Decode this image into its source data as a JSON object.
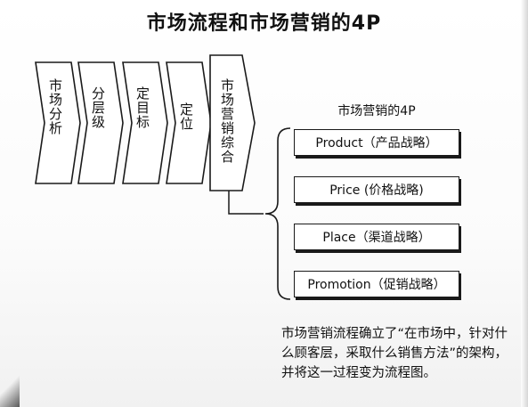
{
  "title": "市场流程和市场营销的4P",
  "flow_steps": [
    {
      "label": "市场分析"
    },
    {
      "label": "分层级"
    },
    {
      "label": "定目标"
    },
    {
      "label": "定位"
    },
    {
      "label": "市场营销综合"
    }
  ],
  "four_p": {
    "heading": "市场营销的4P",
    "items": [
      {
        "label": "Product（产品战略）"
      },
      {
        "label": "Price (价格战略)"
      },
      {
        "label": "Place（渠道战略）"
      },
      {
        "label": "Promotion（促销战略）"
      }
    ]
  },
  "caption": "市场营销流程确立了“在市场中，针对什么顾客层，采取什么销售方法”的架构，并将这一过程变为流程图。"
}
